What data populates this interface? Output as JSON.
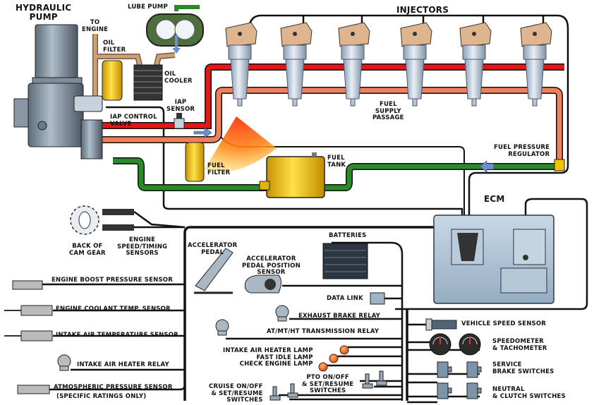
{
  "title": "Electronic Fuel System Diagram",
  "colors": {
    "high_pressure_oil": "#e3161b",
    "fuel_supply": "#f0805a",
    "fuel_return": "#2a8a2a",
    "lube_oil": "#c9a27a",
    "wire": "#111111",
    "component_metal": "#9fb3c4",
    "fuel_tank": "#f2c200",
    "lamp": "#e55a00"
  },
  "labels": {
    "hydraulic_pump": "HYDRAULIC\nPUMP",
    "to_engine": "TO\nENGINE",
    "lube_pump": "LUBE PUMP",
    "oil_filter": "OIL\nFILTER",
    "oil_cooler": "OIL\nCOOLER",
    "iap_sensor": "IAP\nSENSOR",
    "iap_control_valve": "IAP CONTROL\nVALVE",
    "injectors": "INJECTORS",
    "fuel_supply_passage": "FUEL\nSUPPLY\nPASSAGE",
    "fuel_filter": "FUEL\nFILTER",
    "fuel_tank": "FUEL\nTANK",
    "fuel_pressure_regulator": "FUEL PRESSURE\nREGULATOR",
    "ecm": "ECM",
    "back_of_cam_gear": "BACK OF\nCAM GEAR",
    "engine_speed_timing_sensors": "ENGINE\nSPEED/TIMING\nSENSORS",
    "engine_boost_pressure_sensor": "ENGINE BOOST PRESSURE SENSOR",
    "engine_coolant_temp_sensor": "ENGINE COOLANT TEMP. SENSOR",
    "intake_air_temperature_sensor": "INTAKE AIR TEMPERATURE SENSOR",
    "intake_air_heater_relay": "INTAKE AIR HEATER RELAY",
    "atmospheric_pressure_sensor": "ATMOSPHERIC PRESSURE SENSOR",
    "specific_ratings_only": "(SPECIFIC RATINGS ONLY)",
    "accelerator_pedal": "ACCELERATOR\nPEDAL",
    "accelerator_pedal_position_sensor": "ACCELERATOR\nPEDAL POSITION\nSENSOR",
    "batteries": "BATTERIES",
    "data_link": "DATA LINK",
    "exhaust_brake_relay": "EXHAUST BRAKE RELAY",
    "transmission_relay": "AT/MT/HT TRANSMISSION RELAY",
    "lamps": "INTAKE AIR HEATER LAMP\nFAST IDLE LAMP\nCHECK ENGINE LAMP",
    "pto_switches": "PTO ON/OFF\n& SET/RESUME\nSWITCHES",
    "cruise_switches": "CRUISE ON/OFF\n& SET/RESUME\nSWITCHES",
    "vehicle_speed_sensor": "VEHICLE SPEED SENSOR",
    "speedometer_tachometer": "SPEEDOMETER\n& TACHOMETER",
    "service_brake_switches": "SERVICE\nBRAKE SWITCHES",
    "neutral_clutch_switches": "NEUTRAL\n& CLUTCH SWITCHES"
  },
  "injector_count": 6
}
